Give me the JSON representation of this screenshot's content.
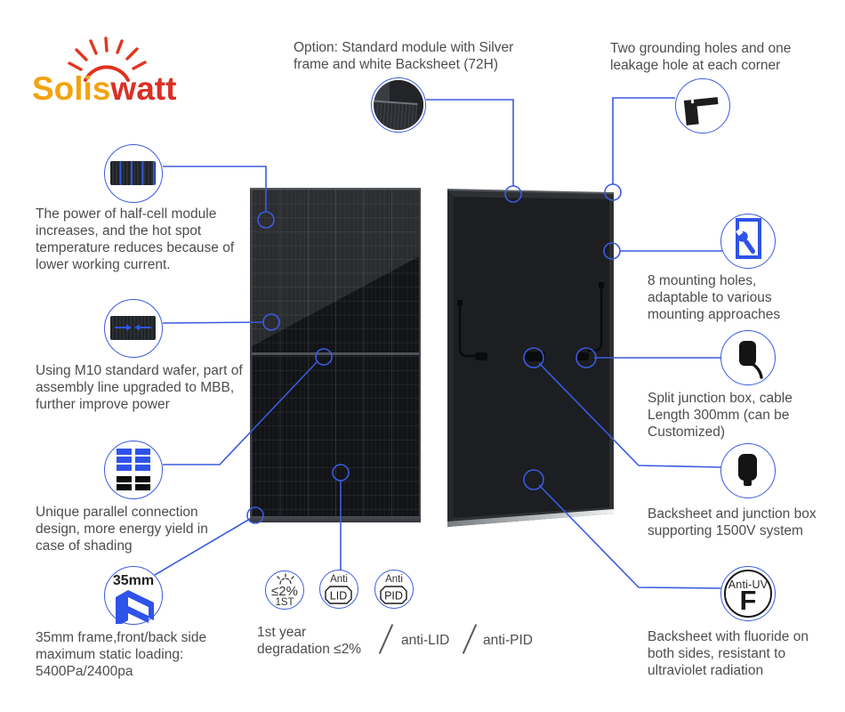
{
  "brand": {
    "name_primary": "Solis",
    "name_secondary": "watt"
  },
  "annotations": {
    "option": "Option: Standard module with Silver frame and white Backsheet (72H)",
    "grounding": "Two grounding holes and one leakage hole at each corner",
    "half_cell": "The power of half-cell module increases, and the hot spot temperature reduces because of lower working current.",
    "m10_wafer": "Using M10 standard wafer, part of assembly line upgraded to MBB, further improve power",
    "parallel": "Unique parallel connection design, more energy yield in case of shading",
    "frame_35mm": "35mm frame,front/back side maximum static loading: 5400Pa/2400pa",
    "mounting": "8 mounting holes, adaptable to various mounting approaches",
    "junction_split": "Split junction box, cable Length 300mm (can be Customized)",
    "junction_1500v": "Backsheet and junction box supporting 1500V system",
    "anti_uv": "Backsheet with fluoride on both sides, resistant to ultraviolet radiation"
  },
  "badges": {
    "frame_size": "35mm",
    "degradation_value": "≤2%",
    "degradation_year": "1ST",
    "anti_label": "Anti",
    "lid": "LID",
    "pid": "PID",
    "anti_uv_ring": "Anti-UV",
    "anti_uv_letter": "F"
  },
  "captions": {
    "degradation": "1st year degradation ≤2%",
    "anti_lid": "anti-LID",
    "anti_pid": "anti-PID"
  },
  "colors": {
    "accent_blue": "#3a5be0",
    "icon_blue": "#2e53e8",
    "logo_orange": "#f2a30f",
    "logo_red": "#d93025",
    "text_gray": "#4d4d4d"
  }
}
